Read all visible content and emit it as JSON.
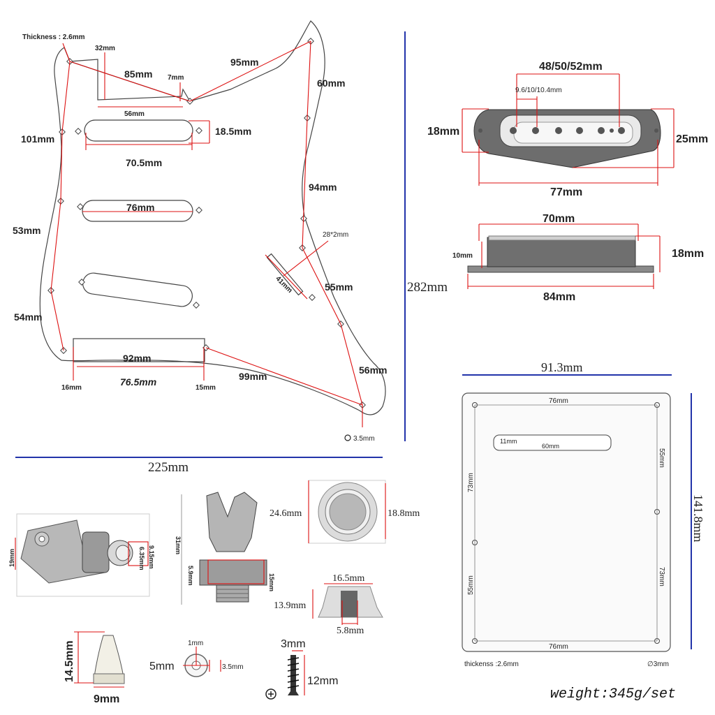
{
  "pickguard": {
    "thickness_label": "Thickness : 2.6mm",
    "d_32": "32mm",
    "d_85": "85mm",
    "d_7": "7mm",
    "d_95": "95mm",
    "d_60": "60mm",
    "d_56": "56mm",
    "d_101": "101mm",
    "d_18_5": "18.5mm",
    "d_70_5": "70.5mm",
    "d_76": "76mm",
    "d_94": "94mm",
    "d_53": "53mm",
    "d_28x2": "28*2mm",
    "d_41": "41mm",
    "d_55": "55mm",
    "d_282": "282mm",
    "d_54": "54mm",
    "d_92": "92mm",
    "d_16": "16mm",
    "d_76_5": "76.5mm",
    "d_15": "15mm",
    "d_99": "99mm",
    "d_56b": "56mm",
    "d_3_5": "3.5mm",
    "d_225": "225mm"
  },
  "pickup_top": {
    "d_48_50_52": "48/50/52mm",
    "d_9_6": "9.6/10/10.4mm",
    "d_18": "18mm",
    "d_25": "25mm",
    "d_77": "77mm"
  },
  "pickup_side": {
    "d_70": "70mm",
    "d_10": "10mm",
    "d_18": "18mm",
    "d_84": "84mm"
  },
  "backplate": {
    "d_91_3": "91.3mm",
    "d_141_8": "141.8mm",
    "d_76_top": "76mm",
    "d_11": "11mm",
    "d_60": "60mm",
    "d_55_right": "55mm",
    "d_73_left": "73mm",
    "d_55_left": "55mm",
    "d_73_right": "73mm",
    "d_76_bottom": "76mm",
    "thickness": "thickenss :2.6mm",
    "hole": "∅3mm"
  },
  "jack": {
    "d_19": "19mm",
    "d_9_15": "9.15mm",
    "d_6_35": "6.35mm"
  },
  "switch_jack": {
    "d_31": "31mm",
    "d_5_9": "5.9mm",
    "d_15": "15mm"
  },
  "knob": {
    "d_24_6": "24.6mm",
    "d_18_8": "18.8mm",
    "d_16_5": "16.5mm",
    "d_13_9": "13.9mm",
    "d_5_8": "5.8mm"
  },
  "tip": {
    "d_14_5": "14.5mm",
    "d_9": "9mm"
  },
  "washer": {
    "d_1": "1mm",
    "d_5": "5mm",
    "d_3_5": "3.5mm"
  },
  "screw": {
    "d_3": "3mm",
    "d_12": "12mm"
  },
  "weight": "weight:345g/set"
}
